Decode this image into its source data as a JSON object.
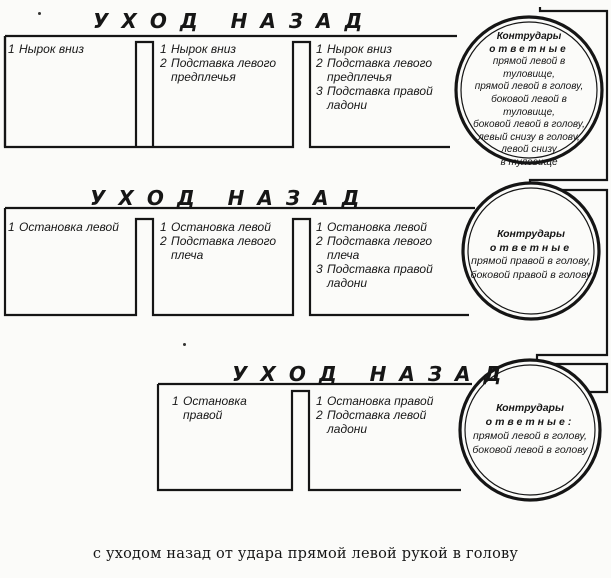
{
  "diagrams": [
    {
      "title": "УХОД НАЗАД",
      "stages": [
        [
          "Нырок вниз"
        ],
        [
          "Нырок вниз",
          "Подставка левого предплечья"
        ],
        [
          "Нырок вниз",
          "Подставка левого предплечья",
          "Подставка правой ладони"
        ]
      ],
      "counter": {
        "heading": "Контрудары",
        "subheading": "ответные",
        "body": [
          "прямой левой в туловище,",
          "прямой левой в голову,",
          "боковой левой в туловище,",
          "боковой левой в голову,",
          "левый снизу в голову,",
          "левой снизу",
          "в туловище"
        ]
      }
    },
    {
      "title": "УХОД НАЗАД",
      "stages": [
        [
          "Остановка левой"
        ],
        [
          "Остановка левой",
          "Подставка левого плеча"
        ],
        [
          "Остановка левой",
          "Подставка левого плеча",
          "Подставка правой ладони"
        ]
      ],
      "counter": {
        "heading": "Контрудары",
        "subheading": "ответные",
        "body": [
          "прямой правой в голову,",
          "боковой правой в голову"
        ]
      }
    },
    {
      "title": "УХОД НАЗАД",
      "stages": [
        [
          "Остановка правой"
        ],
        [
          "Остановка правой",
          "Подставка левой ладони"
        ]
      ],
      "counter": {
        "heading": "Контрудары",
        "subheading": "ответные:",
        "body": [
          "прямой левой в голову,",
          "боковой левой в голову"
        ]
      }
    }
  ],
  "caption": "с уходом назад от удара прямой левой рукой в голову"
}
